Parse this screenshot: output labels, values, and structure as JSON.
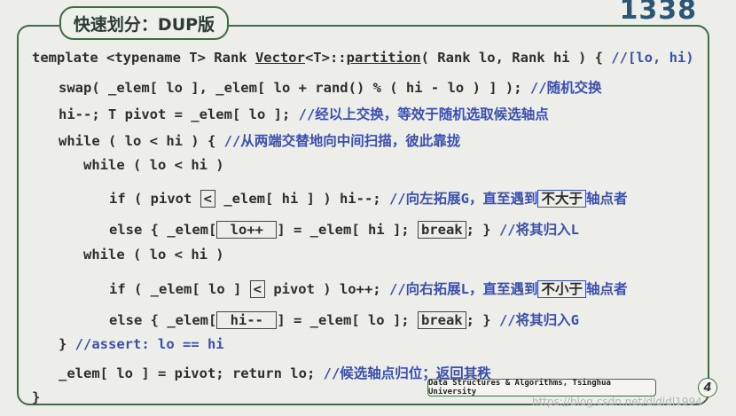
{
  "slide": {
    "title": "快速划分：DUP版",
    "page_number": "1338",
    "footer": "Data Structures & Algorithms, Tsinghua University",
    "footer_page": "4",
    "watermark": "https://blog.csdn.net/dldldl1994"
  },
  "code": {
    "l1": {
      "a": "template <typename T> Rank ",
      "u1": "Vector",
      "b": "<T>::",
      "u2": "partition",
      "c": "( Rank lo, Rank hi ) { ",
      "cmt": "//[lo, hi)"
    },
    "l2": {
      "code": "swap( _elem[ lo ], _elem[ lo + rand() % ( hi - lo ) ] ); ",
      "cmt": "//随机交换"
    },
    "l3": {
      "code": "hi--; T pivot = _elem[ lo ]; ",
      "cmt": "//经以上交换，等效于随机选取候选轴点"
    },
    "l4": {
      "code": "while ( lo < hi ) { ",
      "cmt": "//从两端交替地向中间扫描，彼此靠拢"
    },
    "l5": {
      "code": "while ( lo < hi )"
    },
    "l6": {
      "a": "if ( pivot ",
      "op": "<",
      "b": " _elem[ hi ] ) hi--; ",
      "cmt1": "//向左拓展G，直至遇到",
      "box": "不大于",
      "cmt2": "轴点者"
    },
    "l7": {
      "a": "else { _elem[",
      "idx": " lo++ ",
      "b": "] = _elem[ hi ]; ",
      "brk": "break",
      "c": "; } ",
      "cmt": "//将其归入L"
    },
    "l8": {
      "code": "while ( lo < hi )"
    },
    "l9": {
      "a": "if ( _elem[ lo ] ",
      "op": "<",
      "b": " pivot ) lo++; ",
      "cmt1": "//向右拓展L，直至遇到",
      "box": "不小于",
      "cmt2": "轴点者"
    },
    "l10": {
      "a": "else { _elem[",
      "idx": " hi-- ",
      "b": "] = _elem[ lo ]; ",
      "brk": "break",
      "c": "; } ",
      "cmt": "//将其归入G"
    },
    "l11": {
      "code": "} ",
      "cmt": "//assert: lo == hi"
    },
    "l12": {
      "code": "_elem[ lo ] = pivot; return lo; ",
      "cmt": "//候选轴点归位；返回其秩"
    },
    "l13": {
      "code": "}"
    }
  }
}
